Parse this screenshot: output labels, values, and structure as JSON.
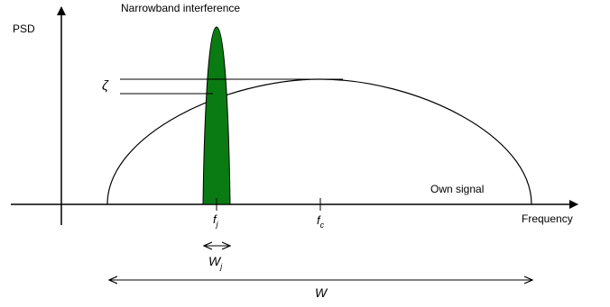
{
  "diagram": {
    "y_axis_label": "PSD",
    "x_axis_label": "Frequency",
    "interference_label": "Narrowband interference",
    "signal_label": "Own signal",
    "zeta_symbol": "ζ",
    "fj": {
      "base": "f",
      "sub": "j"
    },
    "fc": {
      "base": "f",
      "sub": "c"
    },
    "wj": {
      "base": "W",
      "sub": "j"
    },
    "w": "W",
    "colors": {
      "interference_fill": "#0a7a12",
      "line": "#000000"
    }
  }
}
